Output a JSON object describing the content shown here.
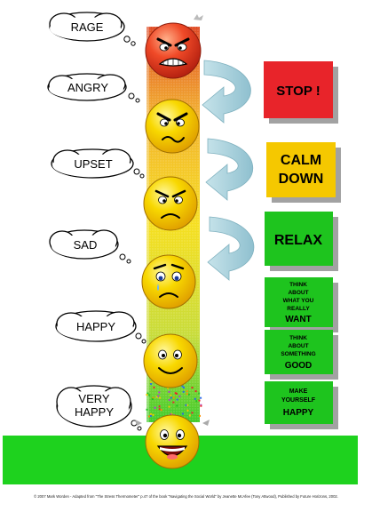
{
  "moods": [
    {
      "id": "rage",
      "label": "RAGE"
    },
    {
      "id": "angry",
      "label": "ANGRY"
    },
    {
      "id": "upset",
      "label": "UPSET"
    },
    {
      "id": "sad",
      "label": "SAD"
    },
    {
      "id": "happy",
      "label": "HAPPY"
    },
    {
      "id": "very-happy",
      "label_line1": "VERY",
      "label_line2": "HAPPY"
    }
  ],
  "actions": {
    "stop": "STOP !",
    "calm_down": [
      "CALM",
      "DOWN"
    ],
    "relax": "RELAX",
    "think_want": [
      "THINK",
      "ABOUT",
      "WHAT YOU",
      "REALLY",
      "WANT"
    ],
    "think_good": [
      "THINK",
      "ABOUT",
      "SOMETHING",
      "GOOD"
    ],
    "make_happy": [
      "MAKE",
      "YOURSELF",
      "HAPPY"
    ]
  },
  "colors": {
    "stop_red": "#e8242a",
    "calm_yellow": "#f5c800",
    "relax_green": "#1ec41e",
    "ground_green": "#1ed21e",
    "arrow_blue": "#a9d2dc",
    "face_yellow": "#f7d000",
    "face_red": "#e8402a"
  },
  "footer": {
    "copyright": "© 2007 Mark Worden - Adapted from \"The Stress Thermometer\" p.47 of the book \"Navigating the Social World\" by Jeanette McAfee (Tony Attwood), Published by Future Horizons, 2002."
  }
}
